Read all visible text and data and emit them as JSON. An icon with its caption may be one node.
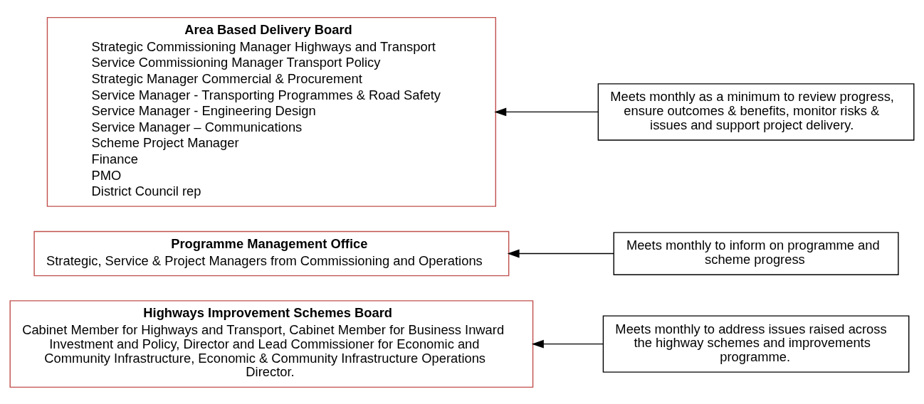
{
  "diagram": {
    "nodes": [
      {
        "text": [
          "Highways Improvement Schemes Board",
          "Cabinet Member for Highways and Transport, Cabinet Member for Business Inward Investment and Policy, Director and Lead Commissioner for Economic and Community Infrastructure, Economic & Community Infrastructure Operations Director."
        ]
      },
      {
        "text": [
          "Meets monthly to address issues raised across the highway schemes and improvements programme."
        ]
      },
      {
        "text": [
          "Programme Management Office",
          "Strategic, Service & Project Managers from Commissioning and Operations"
        ]
      },
      {
        "text": [
          "Meets monthly to inform on programme and scheme progress"
        ]
      },
      {
        "text": [
          "Area Based Delivery Board",
          "Strategic Commissioning Manager Highways and Transport",
          "Service Commissioning Manager Transport Policy",
          "Strategic Manager Commercial & Procurement",
          "Service Manager - Transporting Programmes & Road Safety",
          "Service Manager - Engineering Design",
          "Service Manager – Communications",
          "Scheme Project Manager",
          "Finance",
          "PMO",
          "District Council rep"
        ]
      },
      {
        "text": [
          "Meets monthly as a minimum to review progress, ensure outcomes & benefits, monitor risks & issues and support project delivery."
        ]
      }
    ],
    "edges": [
      {
        "from": 1,
        "to": 0,
        "arrow": "to"
      },
      {
        "from": 3,
        "to": 2,
        "arrow": "to"
      },
      {
        "from": 5,
        "to": 4,
        "arrow": "to"
      }
    ]
  }
}
